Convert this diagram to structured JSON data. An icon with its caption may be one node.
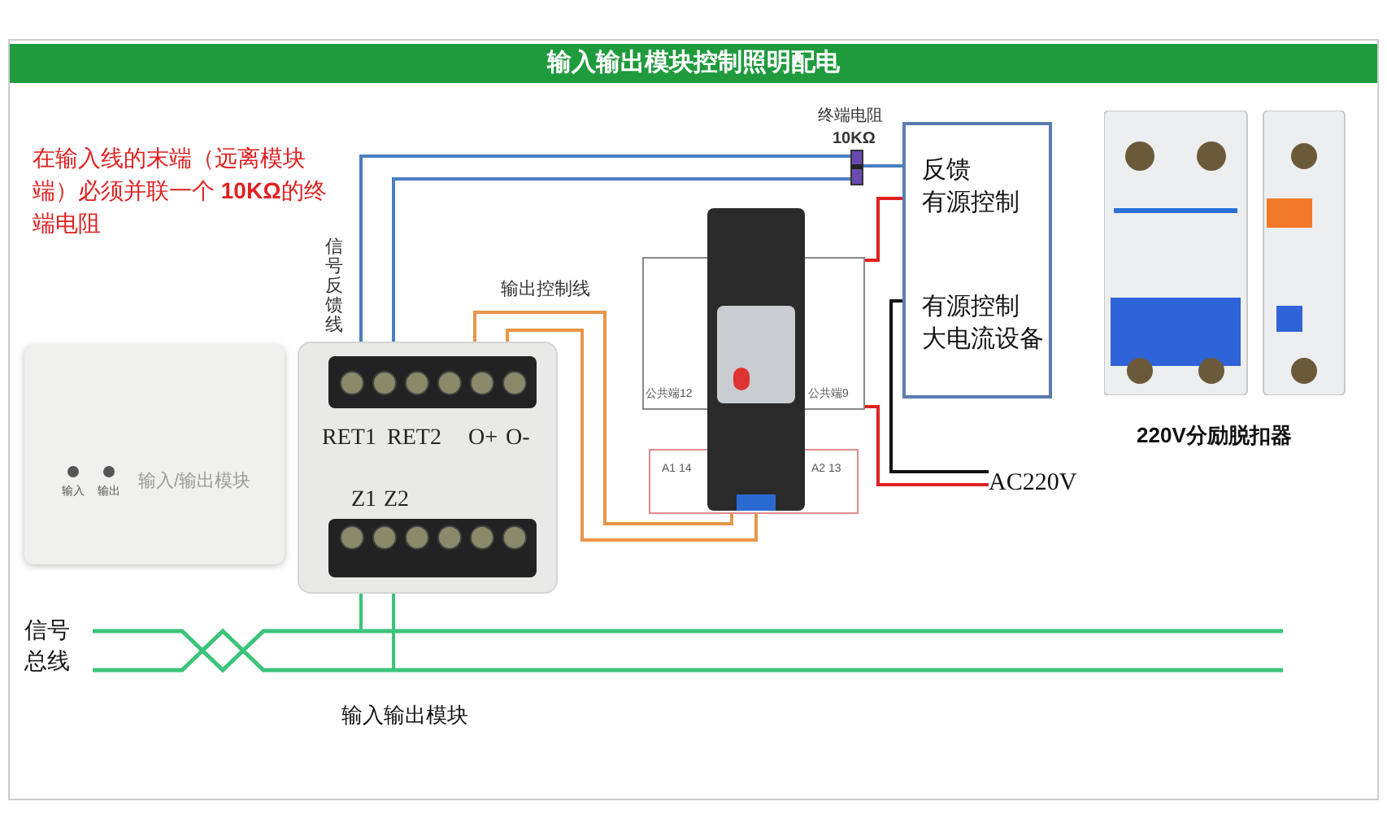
{
  "diagram": {
    "title": "输入输出模块控制照明配电",
    "caption": "输入输出模块",
    "nodes": [
      {
        "text": [
          "输入",
          "输出",
          "输入/输出模块"
        ]
      },
      {
        "text": [
          "RET1",
          "RET2",
          "O+",
          "O-",
          "Z1",
          "Z2"
        ]
      },
      {
        "text": [
          "公共端12",
          "公共端9",
          "A1 14",
          "A2 13"
        ]
      },
      {
        "text": [],
        "shape": "resistor",
        "beside": [
          "终端电阻",
          "10KΩ"
        ]
      },
      {
        "text": [
          "反馈",
          "有源控制",
          "有源控制",
          "大电流设备"
        ]
      },
      {
        "text": [
          "AC220V"
        ]
      },
      {
        "text": [
          "220V分励脱扣器"
        ]
      },
      {
        "text": [
          "信号总线"
        ]
      }
    ],
    "edges": [
      {
        "from": 1,
        "to": 3,
        "arrow": "none",
        "color": "#4a7fc0"
      },
      {
        "from": 1,
        "to": 3,
        "arrow": "none",
        "color": "#4a7fc0"
      },
      {
        "from": 3,
        "to": 4,
        "arrow": "none",
        "color": "#4a7fc0"
      },
      {
        "from": 1,
        "to": 2,
        "arrow": "none",
        "color": "#e8954a"
      },
      {
        "from": 1,
        "to": 2,
        "arrow": "none",
        "color": "#e8954a"
      },
      {
        "from": 2,
        "to": 4,
        "arrow": "none",
        "color": "#e02020"
      },
      {
        "from": 2,
        "to": 5,
        "arrow": "none",
        "color": "#e02020"
      },
      {
        "from": 4,
        "to": 5,
        "arrow": "none",
        "color": "#111111"
      },
      {
        "from": 1,
        "to": 7,
        "arrow": "none",
        "color": "#3cc47a"
      },
      {
        "from": 1,
        "to": 7,
        "arrow": "none",
        "color": "#3cc47a"
      }
    ],
    "labels": [
      "在输入线的末端（远离模块端）必须并联一个 **10KΩ**的终端电阻",
      "信号反馈线",
      "输出控制线"
    ]
  }
}
